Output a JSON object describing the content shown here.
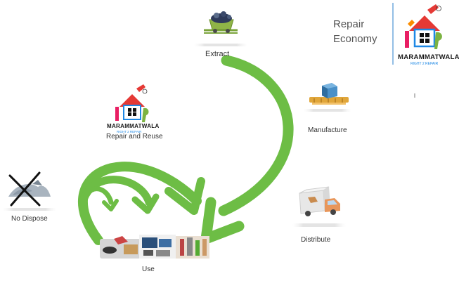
{
  "title": {
    "line1": "Repair",
    "line2": "Economy"
  },
  "brand": {
    "name": "MARAMMATWALA",
    "tagline": "RIGHT 2 REPAIR",
    "mark": "TM"
  },
  "stages": {
    "extract": "Extract",
    "manufacture": "Manufacture",
    "distribute": "Distribute",
    "use": "Use",
    "repair": "Repair and Reuse",
    "dispose": "No Dispose"
  },
  "colors": {
    "arrow": "#6dbd45",
    "arrow_dark": "#4e9a2e",
    "divider": "#6fa8dc",
    "brand_red": "#e53935",
    "brand_blue": "#1e88e5",
    "brand_green": "#7cb342",
    "brand_orange": "#fb8c00"
  }
}
